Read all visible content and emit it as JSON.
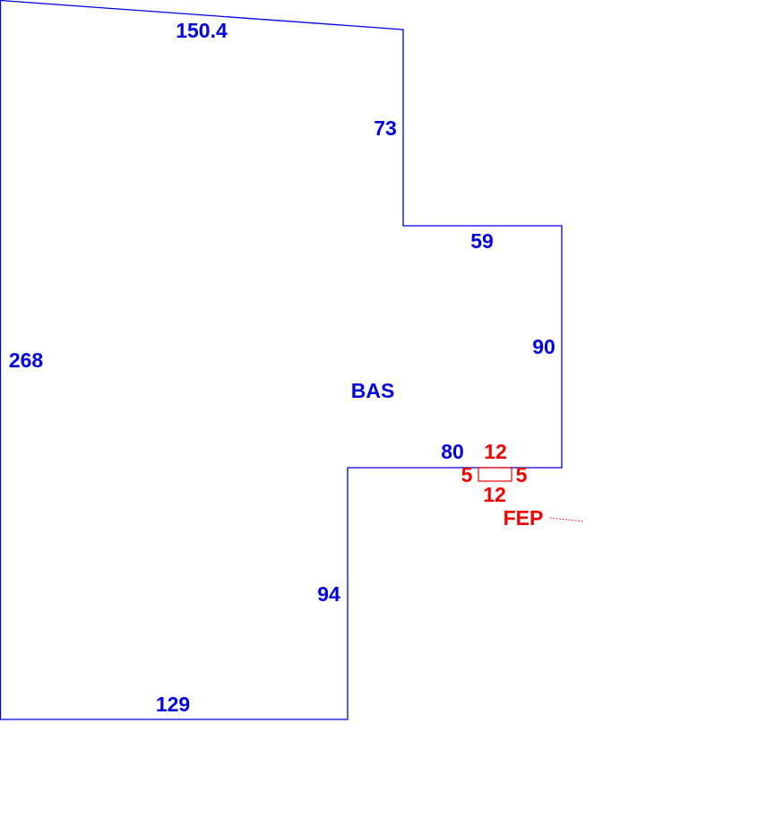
{
  "colors": {
    "main": "#0000e0",
    "addition": "#f00000"
  },
  "main_area": {
    "label": "BAS",
    "dimensions": {
      "top": "150.4",
      "right_upper": "73",
      "step_top": "59",
      "right_lower": "90",
      "step_bottom": "80",
      "inner_left": "94",
      "bottom": "129",
      "left": "268"
    }
  },
  "addition_area": {
    "label": "FEP",
    "dimensions": {
      "top": "12",
      "bottom": "12",
      "left": "5",
      "right": "5"
    }
  }
}
